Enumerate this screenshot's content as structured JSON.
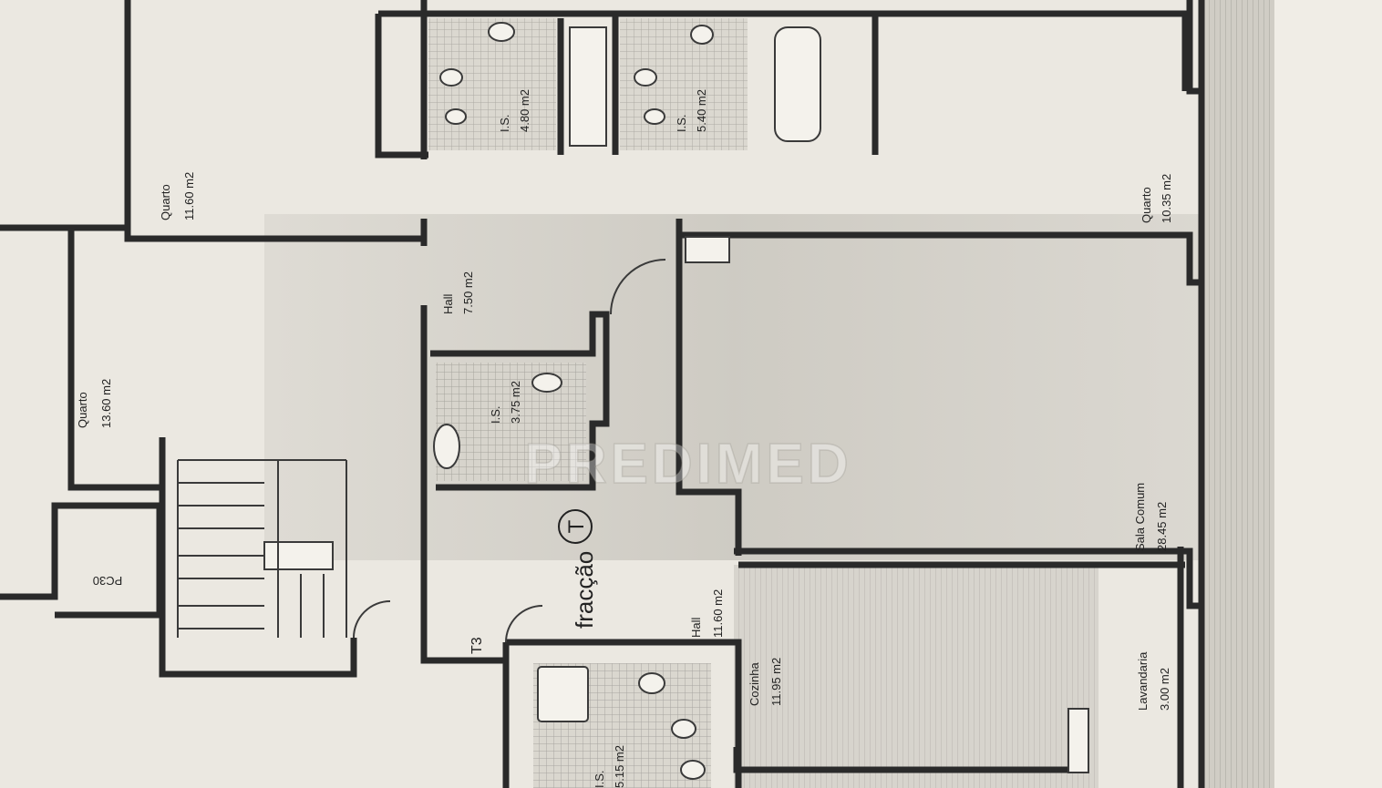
{
  "plan": {
    "fraction_label": "fracção",
    "fraction_letter": "T",
    "typology": "T3",
    "watermark": "PREDIMED",
    "stair_box": "PC30"
  },
  "rooms": [
    {
      "id": "quarto-top",
      "name": "Quarto",
      "area": "11.60 m2"
    },
    {
      "id": "quarto-mid",
      "name": "Quarto",
      "area": "13.60 m2"
    },
    {
      "id": "hall-top",
      "name": "Hall",
      "area": "7.50 m2"
    },
    {
      "id": "is-a",
      "name": "I.S.",
      "area": "4.80 m2"
    },
    {
      "id": "is-b",
      "name": "I.S.",
      "area": "5.40 m2"
    },
    {
      "id": "is-c",
      "name": "I.S.",
      "area": "3.75 m2"
    },
    {
      "id": "quarto-right",
      "name": "Quarto",
      "area": "10.35 m2"
    },
    {
      "id": "sala",
      "name": "Sala Comum",
      "area": "28.45 m2"
    },
    {
      "id": "hall-main",
      "name": "Hall",
      "area": "11.60 m2"
    },
    {
      "id": "cozinha",
      "name": "Cozinha",
      "area": "11.95 m2"
    },
    {
      "id": "lavandaria",
      "name": "Lavandaria",
      "area": "3.00 m2"
    },
    {
      "id": "is-d",
      "name": "I.S.",
      "area": "5.15 m2"
    }
  ]
}
